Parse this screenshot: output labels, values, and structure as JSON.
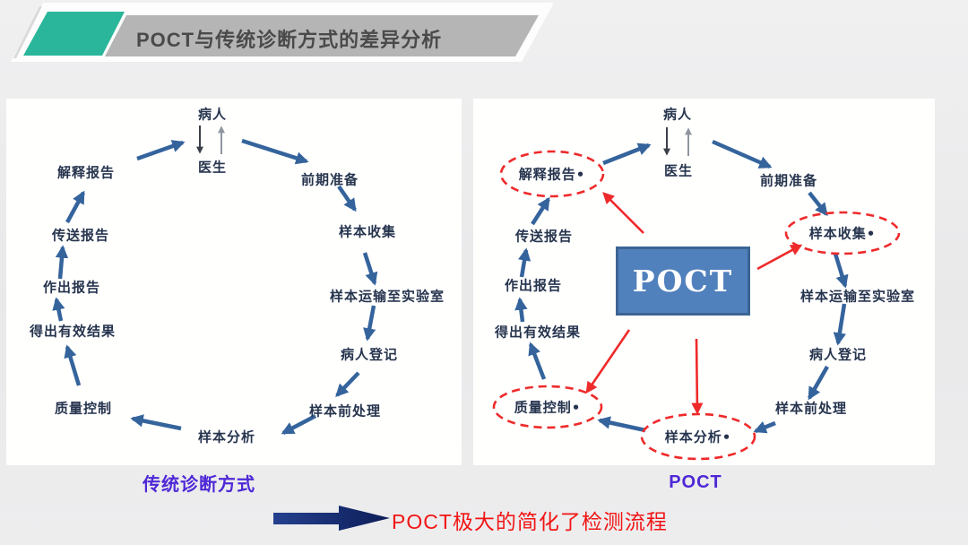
{
  "banner": {
    "title": "POCT与传统诊断方式的差异分析"
  },
  "left": {
    "caption": "传统诊断方式",
    "nodes": {
      "patient": "病人",
      "doctor": "医生",
      "prep": "前期准备",
      "collect": "样本收集",
      "transport": "样本运输至实验室",
      "register": "病人登记",
      "preprocess": "样本前处理",
      "analyze": "样本分析",
      "qc": "质量控制",
      "result": "得出有效结果",
      "report": "作出报告",
      "send": "传送报告",
      "interpret": "解释报告"
    }
  },
  "right": {
    "caption": "POCT",
    "box_label": "POCT",
    "nodes": {
      "patient": "病人",
      "doctor": "医生",
      "prep": "前期准备",
      "collect": "样本收集•",
      "transport": "样本运输至实验室",
      "register": "病人登记",
      "preprocess": "样本前处理",
      "analyze": "样本分析•",
      "qc": "质量控制•",
      "result": "得出有效结果",
      "report": "作出报告",
      "send": "传送报告",
      "interpret": "解释报告•"
    }
  },
  "footer": {
    "conclusion": "POCT极大的简化了检测流程"
  },
  "colors": {
    "accent_teal": "#2ab69b",
    "banner_gray": "#b4b5b4",
    "cycle_arrow_blue": "#35649c",
    "highlight_red": "#ee2a2a",
    "poct_box_fill": "#5081bd",
    "poct_box_border": "#3c6494",
    "caption_violet": "#4e28d6",
    "footer_text_red": "#f21414",
    "footer_arrow_navy": "#16307e"
  }
}
